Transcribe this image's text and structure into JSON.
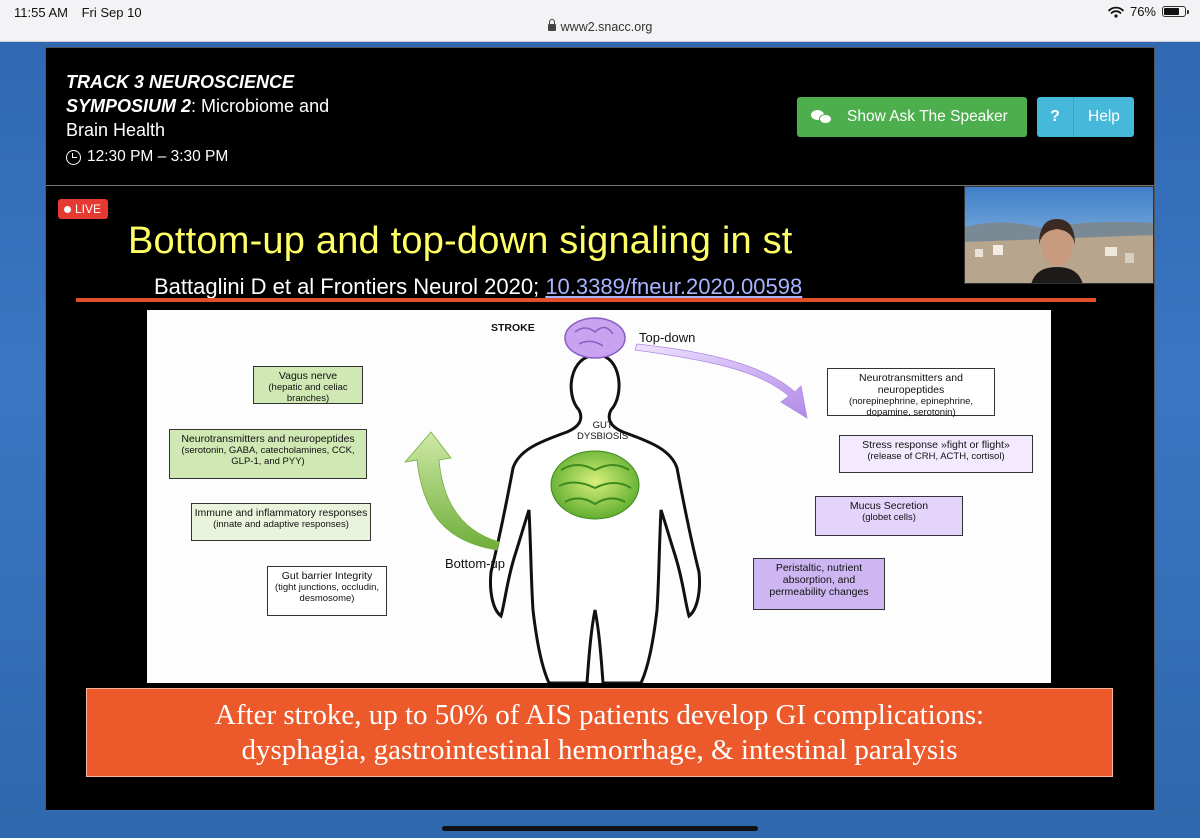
{
  "status_bar": {
    "time": "11:55 AM",
    "date": "Fri Sep 10",
    "url": "www2.snacc.org",
    "battery": "76%",
    "battery_level": 0.76
  },
  "session": {
    "title_italic_1": "TRACK 3 NEUROSCIENCE",
    "title_italic_2": "SYMPOSIUM 2",
    "title_rest_2": ": Microbiome and",
    "title_line_3": "Brain Health",
    "time_range": "12:30 PM – 3:30 PM"
  },
  "buttons": {
    "ask_speaker": "Show Ask The Speaker",
    "help_icon": "?",
    "help": "Help"
  },
  "video": {
    "live_label": "LIVE",
    "slide_title": "Bottom-up and top-down signaling in st",
    "citation_text": "Battaglini D et al Frontiers Neurol 2020; ",
    "citation_doi": "10.3389/fneur.2020.00598",
    "banner_line_1": "After stroke, up to 50% of AIS patients develop GI complications:",
    "banner_line_2": "dysphagia, gastrointestinal hemorrhage, & intestinal paralysis"
  },
  "figure": {
    "stroke": "STROKE",
    "top_down": "Top-down",
    "bottom_up": "Bottom-up",
    "gut_1": "GUT",
    "gut_2": "DYSBIOSIS",
    "left_boxes": [
      {
        "title": "Vagus nerve",
        "detail": "(hepatic and celiac branches)"
      },
      {
        "title": "Neurotransmitters and neuropeptides",
        "detail": "(serotonin, GABA, catecholamines, CCK, GLP-1, and PYY)"
      },
      {
        "title": "Immune and inflammatory responses",
        "detail": "(innate and adaptive responses)"
      },
      {
        "title": "Gut barrier Integrity",
        "detail": "(tight junctions, occludin, desmosome)"
      }
    ],
    "right_boxes": [
      {
        "title": "Neurotransmitters and neuropeptides",
        "detail": "(norepinephrine, epinephrine, dopamine, serotonin)"
      },
      {
        "title": "Stress response »fight or flight»",
        "detail": "(release of CRH, ACTH, cortisol)"
      },
      {
        "title": "Mucus Secretion",
        "detail": "(globet cells)"
      },
      {
        "title": "Peristaltic, nutrient absorption, and permeability changes",
        "detail": ""
      }
    ]
  },
  "colors": {
    "ask_button": "#4cae4c",
    "help_button": "#46b8da",
    "live_badge": "#e53a32",
    "slide_title": "#ffff66",
    "banner": "#ec5a2c"
  }
}
